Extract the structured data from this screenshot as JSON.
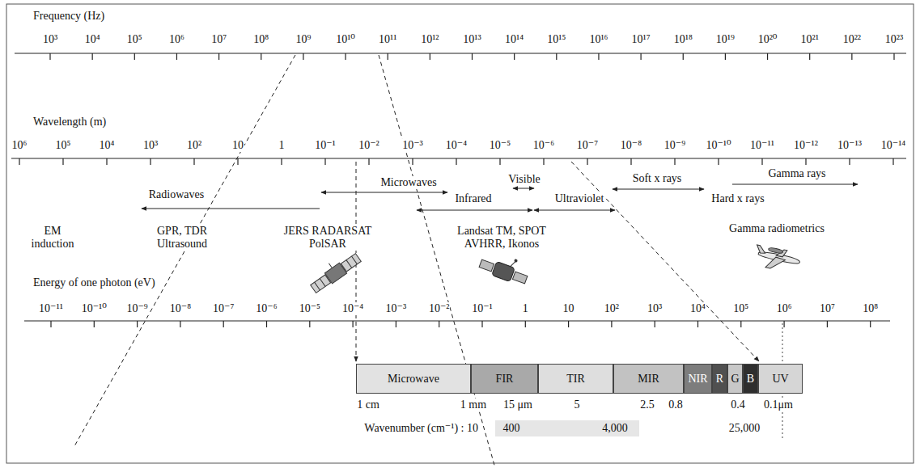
{
  "diagram": {
    "nodes": [
      {
        "text": [
          "Microwave"
        ]
      },
      {
        "text": [
          "FIR"
        ]
      },
      {
        "text": [
          "TIR"
        ]
      },
      {
        "text": [
          "MIR"
        ]
      },
      {
        "text": [
          "NIR"
        ]
      },
      {
        "text": [
          "R"
        ]
      },
      {
        "text": [
          "G"
        ]
      },
      {
        "text": [
          "B"
        ]
      },
      {
        "text": [
          "UV"
        ]
      }
    ],
    "labels": [
      "Frequency (Hz)",
      "10³",
      "10⁴",
      "10⁵",
      "10⁶",
      "10⁷",
      "10⁸",
      "10⁹",
      "10¹⁰",
      "10¹¹",
      "10¹²",
      "10¹³",
      "10¹⁴",
      "10¹⁵",
      "10¹⁶",
      "10¹⁷",
      "10¹⁸",
      "10¹⁹",
      "10²⁰",
      "10²¹",
      "10²²",
      "10²³",
      "Wavelength (m)",
      "10⁶",
      "10⁵",
      "10⁴",
      "10³",
      "10²",
      "10",
      "1",
      "10⁻¹",
      "10⁻²",
      "10⁻³",
      "10⁻⁴",
      "10⁻⁵",
      "10⁻⁶",
      "10⁻⁷",
      "10⁻⁸",
      "10⁻⁹",
      "10⁻¹⁰",
      "10⁻¹¹",
      "10⁻¹²",
      "10⁻¹³",
      "10⁻¹⁴",
      "Radiowaves",
      "Microwaves",
      "Visible",
      "Infrared",
      "Ultraviolet",
      "Soft x rays",
      "Hard x rays",
      "Gamma rays",
      "EM induction",
      "GPR, TDR Ultrasound",
      "JERS RADARSAT PolSAR",
      "Landsat TM, SPOT AVHRR, Ikonos",
      "Gamma radiometrics",
      "Energy of one photon (eV)",
      "10⁻¹¹",
      "10⁻¹⁰",
      "10⁻⁹",
      "10⁻⁸",
      "10⁻⁷",
      "10⁻⁶",
      "10⁻⁵",
      "10⁻⁴",
      "10⁻³",
      "10⁻²",
      "10⁻¹",
      "1",
      "10",
      "10²",
      "10³",
      "10⁴",
      "10⁵",
      "10⁶",
      "10⁷",
      "10⁸",
      "1 cm",
      "1 mm",
      "15 μm",
      "5",
      "2.5",
      "0.8",
      "0.4",
      "0.1μm",
      "Wavenumber (cm⁻¹) : 10",
      "400",
      "4,000",
      "25,000"
    ]
  }
}
